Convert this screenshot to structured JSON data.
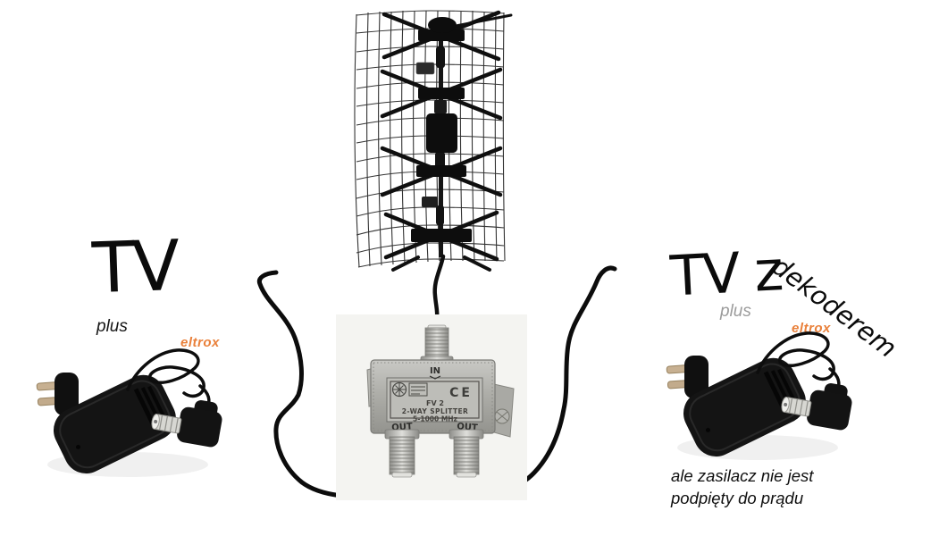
{
  "annotations": {
    "tv_left": "TV",
    "plus_left": "plus",
    "tv_right": "TV z",
    "dekoderem": "dekoderem",
    "plus_right": "plus",
    "note_line1": "ale zasilacz nie jest",
    "note_line2": "podpięty do prądu"
  },
  "watermark": {
    "text": "eltrox",
    "color": "#e8762a"
  },
  "splitter": {
    "in": "IN",
    "out_left": "OUT",
    "out_right": "OUT",
    "ce": "CE",
    "model": "FV 2",
    "kind": "2-WAY SPLITTER",
    "band": "5-1000 MHz"
  },
  "colors": {
    "ink": "#0b0b0b",
    "splitter_body": "#aeaea9",
    "photo_background": "#f4f4f1"
  }
}
